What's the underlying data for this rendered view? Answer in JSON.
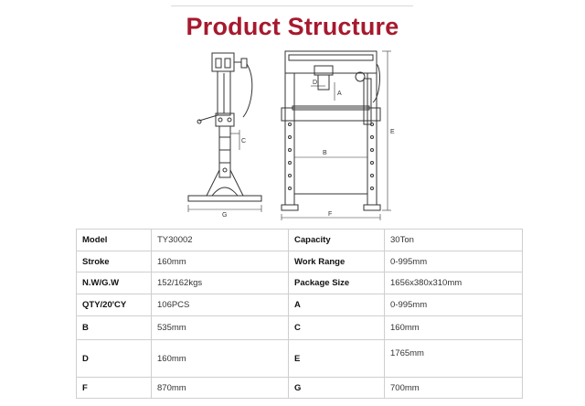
{
  "title": "Product Structure",
  "diagram": {
    "labels": {
      "C": "C",
      "G": "G",
      "B": "B",
      "D": "D",
      "A": "A",
      "E": "E",
      "F": "F"
    }
  },
  "specs": {
    "rows": [
      {
        "k1": "Model",
        "v1": "TY30002",
        "k2": "Capacity",
        "v2": "30Ton"
      },
      {
        "k1": "Stroke",
        "v1": "160mm",
        "k2": "Work Range",
        "v2": "0-995mm"
      },
      {
        "k1": "N.W/G.W",
        "v1": "152/162kgs",
        "k2": "Package Size",
        "v2": "1656x380x310mm"
      },
      {
        "k1": "QTY/20'CY",
        "v1": "106PCS",
        "k2": "A",
        "v2": "0-995mm"
      },
      {
        "k1": "B",
        "v1": "535mm",
        "k2": "C",
        "v2": "160mm"
      },
      {
        "k1": "D",
        "v1": "160mm",
        "k2": "E",
        "v2": "1765mm"
      },
      {
        "k1": "F",
        "v1": "870mm",
        "k2": "G",
        "v2": "700mm"
      }
    ]
  }
}
